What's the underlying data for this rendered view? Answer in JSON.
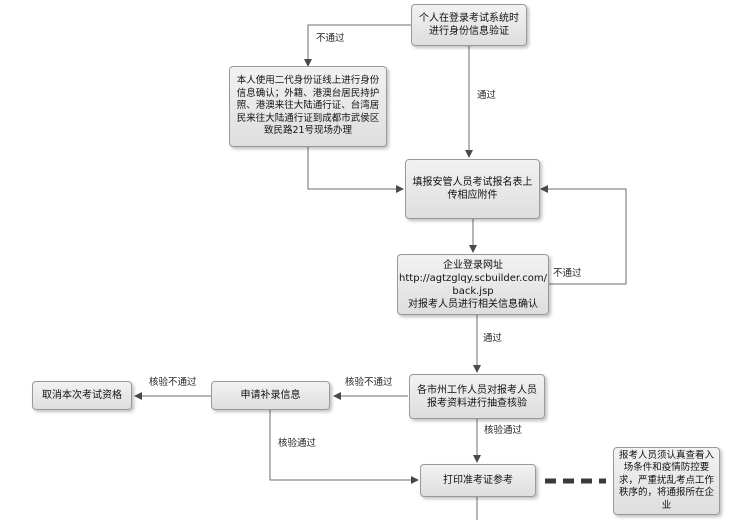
{
  "nodes": {
    "identity_verify": "个人在登录考试系统时\n进行身份信息验证",
    "offline_note": "本人使用二代身份证线上进行身份信息确认；外籍、港澳台居民持护照、港澳来往大陆通行证、台湾居民来往大陆通行证到成都市武侯区致民路21号现场办理",
    "fill_form": "填报安管人员考试报名表上\n传相应附件",
    "company_confirm": "企业登录网址\nhttp://agtzglqy.scbuilder.com/\nback.jsp\n对报考人员进行相关信息确认",
    "city_review": "各市州工作人员对报考人员\n报考资料进行抽查核验",
    "apply_supplement": "申请补录信息",
    "cancel_qualification": "取消本次考试资格",
    "print_admission": "打印准考证参考",
    "warning_note": "报考人员须认真查看入场条件和疫情防控要求，严重扰乱考点工作秩序的，将通报所在企业"
  },
  "edge_labels": {
    "not_pass_1": "不通过",
    "pass_1": "通过",
    "not_pass_2": "不通过",
    "pass_2": "通过",
    "verify_fail_1": "核验不通过",
    "verify_fail_2": "核验不通过",
    "verify_pass_1": "核验通过",
    "verify_pass_2": "核验通过"
  }
}
